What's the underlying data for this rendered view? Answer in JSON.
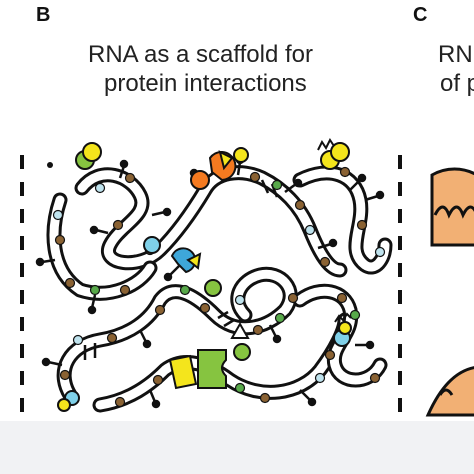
{
  "panel_b": {
    "letter": "B",
    "title_line1": "RNA as a scaffold for",
    "title_line2": "protein interactions"
  },
  "panel_c": {
    "letter": "C",
    "title_line1": "RN",
    "title_line2": "of p"
  },
  "colors": {
    "rna_strand": "#111111",
    "node_brown": "#8a6233",
    "node_green": "#58a94a",
    "node_lightblue": "#bfe3ee",
    "protein_yellow": "#f4e51c",
    "protein_green": "#86c440",
    "protein_orange": "#f47a20",
    "protein_blue": "#3ea7d9",
    "protein_cyan": "#7fd0e8",
    "panel_c_fill": "#f2b074",
    "background_band": "#f1f2f4"
  }
}
